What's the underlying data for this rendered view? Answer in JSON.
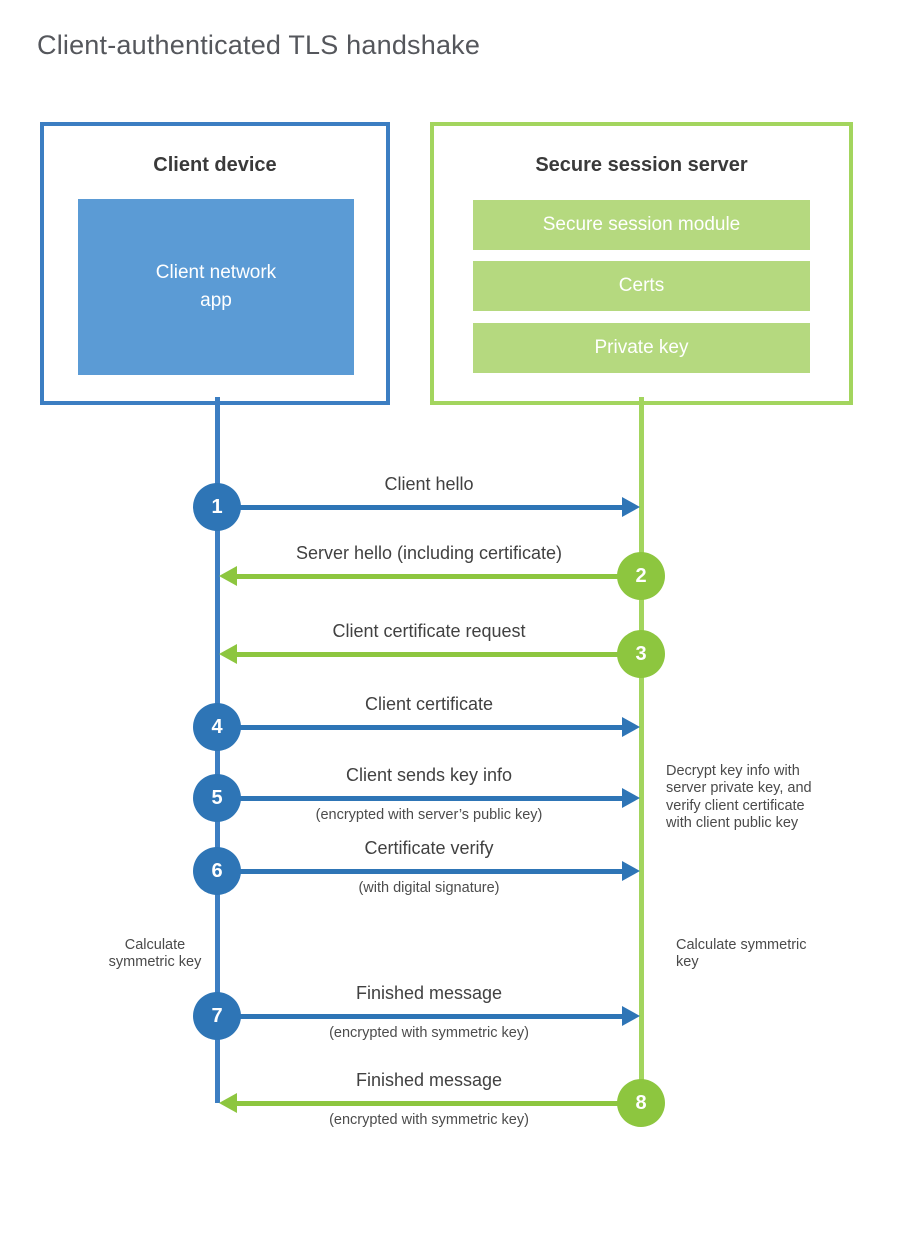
{
  "title": "Client-authenticated TLS handshake",
  "colors": {
    "blue_border": "#3c7ec2",
    "blue_fill": "#5b9bd5",
    "blue_accent": "#2e75b6",
    "green_border": "#a3d55e",
    "green_fill": "#b5d97f",
    "green_accent": "#8dc63f"
  },
  "client": {
    "title": "Client device",
    "app_label": "Client network\napp"
  },
  "server": {
    "title": "Secure session server",
    "modules": [
      "Secure session module",
      "Certs",
      "Private key"
    ]
  },
  "steps": [
    {
      "number": "1",
      "label": "Client hello",
      "sublabel": "",
      "from": "client",
      "to": "server"
    },
    {
      "number": "2",
      "label": "Server hello (including certificate)",
      "sublabel": "",
      "from": "server",
      "to": "client"
    },
    {
      "number": "3",
      "label": "Client certificate request",
      "sublabel": "",
      "from": "server",
      "to": "client"
    },
    {
      "number": "4",
      "label": "Client certificate",
      "sublabel": "",
      "from": "client",
      "to": "server"
    },
    {
      "number": "5",
      "label": "Client sends key info",
      "sublabel": "(encrypted with server’s public key)",
      "from": "client",
      "to": "server"
    },
    {
      "number": "6",
      "label": "Certificate verify",
      "sublabel": "(with digital signature)",
      "from": "client",
      "to": "server"
    },
    {
      "number": "7",
      "label": "Finished message",
      "sublabel": "(encrypted with symmetric key)",
      "from": "client",
      "to": "server"
    },
    {
      "number": "8",
      "label": "Finished message",
      "sublabel": "(encrypted with symmetric key)",
      "from": "server",
      "to": "client"
    }
  ],
  "notes": {
    "decrypt": "Decrypt key info with server private key, and verify client certificate with client public key",
    "calc_left": "Calculate symmetric key",
    "calc_right": "Calculate symmetric key"
  }
}
